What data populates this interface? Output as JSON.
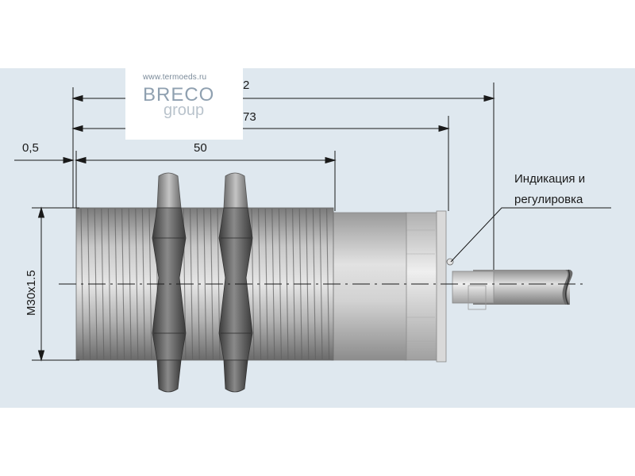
{
  "dimensions": {
    "overall_partial": "2",
    "body_length_partial": "73",
    "gap": "0,5",
    "thread_length": "50",
    "thread": "M30x1.5"
  },
  "callout": {
    "line1": "Индикация и",
    "line2": "регулировка"
  },
  "watermark": {
    "url": "www.termoeds.ru",
    "brand": "BRECO",
    "group": "group"
  },
  "colors": {
    "background_band": "#dfe8ef",
    "metal_dark": "#5a5a5a",
    "metal_light": "#d6d6d6",
    "line": "#1a1a1a"
  }
}
